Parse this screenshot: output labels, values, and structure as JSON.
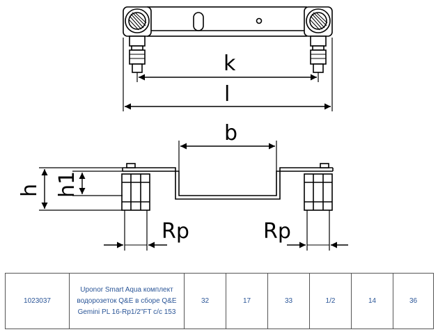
{
  "diagram": {
    "labels": {
      "k": "k",
      "l": "l",
      "b": "b",
      "h": "h",
      "h1": "h1",
      "rp_left": "Rp",
      "rp_right": "Rp"
    }
  },
  "table": {
    "rows": [
      {
        "article": "1023037",
        "description": "Uponor Smart Aqua комплект водорозеток Q&E в сборе Q&E Gemini PL 16-Rp1/2\"FT c/c 153",
        "values": [
          "32",
          "17",
          "33",
          "1/2",
          "14",
          "36"
        ]
      }
    ]
  }
}
